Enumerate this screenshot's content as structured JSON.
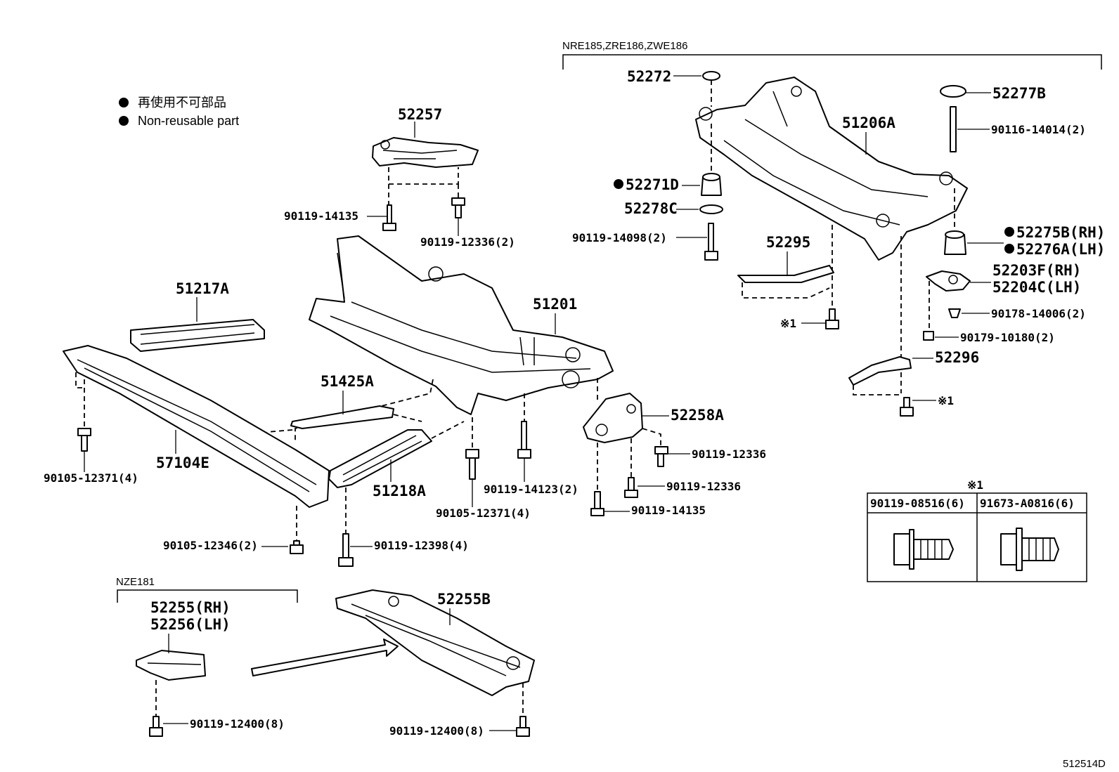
{
  "legend": {
    "jp": "再使用不可部品",
    "en": "Non-reusable part"
  },
  "variants": {
    "rear": "NRE185,ZRE186,ZWE186",
    "nze": "NZE181"
  },
  "diagram_code": "512514D",
  "note_marker": "※1",
  "table": {
    "title": "※1",
    "col1": "90119-08516(6)",
    "col2": "91673-A0816(6)"
  },
  "parts": {
    "p52257": "52257",
    "p90119_14135_a": "90119-14135",
    "p90119_12336_2": "90119-12336(2)",
    "p51217A": "51217A",
    "p51201": "51201",
    "p51425A": "51425A",
    "p57104E": "57104E",
    "p90105_12371_4a": "90105-12371(4)",
    "p51218A": "51218A",
    "p90119_14123_2": "90119-14123(2)",
    "p90105_12371_4b": "90105-12371(4)",
    "p52258A": "52258A",
    "p90119_12336_a": "90119-12336",
    "p90119_12336_b": "90119-12336",
    "p90119_14135_b": "90119-14135",
    "p90105_12346_2": "90105-12346(2)",
    "p90119_12398_4": "90119-12398(4)",
    "p52255RH": "52255(RH)",
    "p52256LH": "52256(LH)",
    "p52255B": "52255B",
    "p90119_12400_8a": "90119-12400(8)",
    "p90119_12400_8b": "90119-12400(8)",
    "p52272": "52272",
    "p52277B": "52277B",
    "p51206A": "51206A",
    "p90116_14014_2": "90116-14014(2)",
    "p52271D": "52271D",
    "p52278C": "52278C",
    "p90119_14098_2": "90119-14098(2)",
    "p52295": "52295",
    "p52275B": "52275B(RH)",
    "p52276A": "52276A(LH)",
    "p52203F": "52203F(RH)",
    "p52204C": "52204C(LH)",
    "p90178_14006_2": "90178-14006(2)",
    "p90179_10180_2": "90179-10180(2)",
    "p52296": "52296"
  }
}
